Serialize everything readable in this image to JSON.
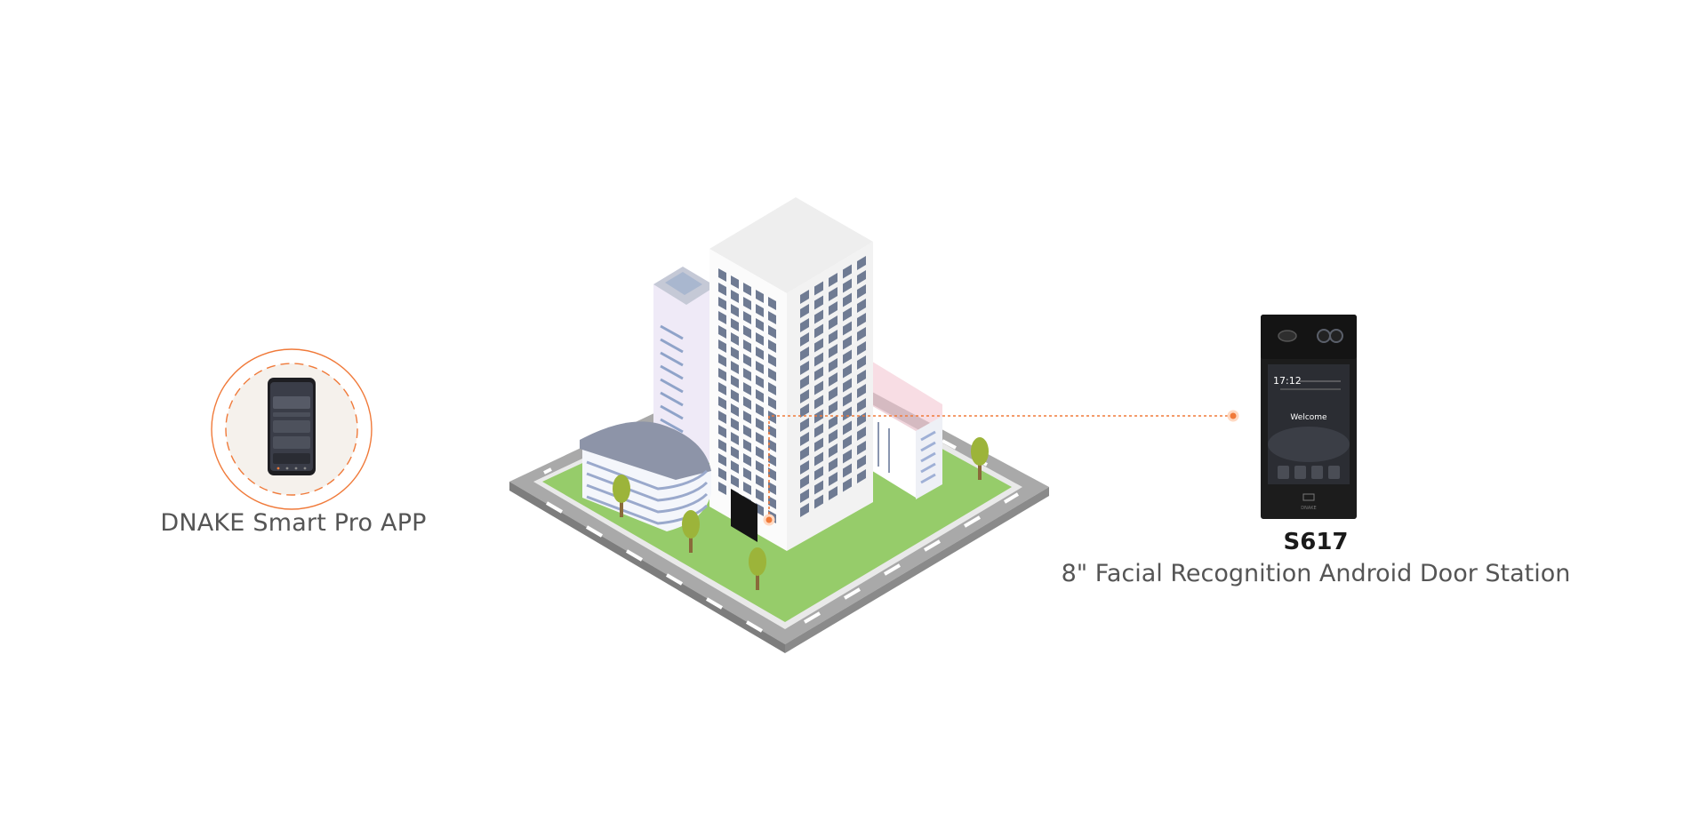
{
  "app": {
    "label": "DNAKE Smart Pro APP"
  },
  "device": {
    "model": "S617",
    "description": "8\" Facial Recognition Android Door Station",
    "screen_time": "17:12",
    "screen_greeting": "Welcome",
    "brand": "DNAKE"
  },
  "colors": {
    "accent": "#f07a3a",
    "grass": "#96cc6a",
    "road": "#9a9a9a",
    "building": "#f2f2f2",
    "window": "#6f7b93",
    "device_body": "#1c1c1c"
  },
  "icons": {
    "phone": "smartphone-icon",
    "building": "building-icon",
    "door_station": "door-station-icon",
    "connection": "dotted-line"
  }
}
